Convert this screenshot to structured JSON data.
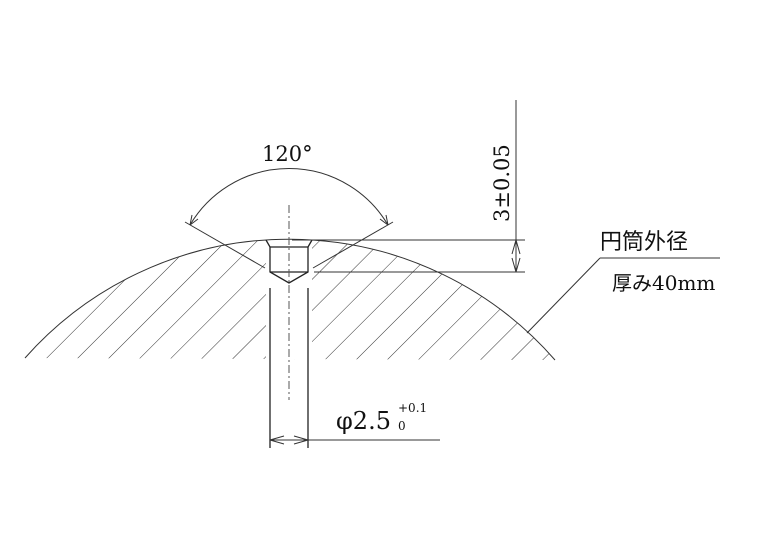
{
  "drawing": {
    "angle_label": "120°",
    "depth_tolerance_label": "3±0.05",
    "material_label": "円筒外径",
    "thickness_label": "厚み40mm",
    "diameter_label": "φ2.5",
    "diameter_tol_upper": "+0.1",
    "diameter_tol_lower": "0"
  },
  "colors": {
    "line": "#222222",
    "background": "#ffffff"
  }
}
